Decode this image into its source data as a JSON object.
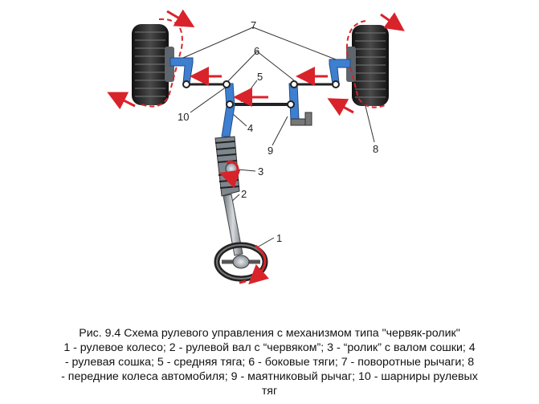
{
  "callouts": {
    "n1": "1",
    "n2": "2",
    "n3": "3",
    "n4": "4",
    "n5": "5",
    "n6": "6",
    "n7": "7",
    "n8": "8",
    "n9": "9",
    "n10": "10"
  },
  "caption": {
    "line1": "Рис. 9.4 Схема рулевого управления с механизмом типа \"червяк-ролик\"",
    "line2": "1 - рулевое колесо; 2 - рулевой вал с “червяком”; 3 - “ролик” с валом сошки; 4",
    "line3": "- рулевая сошка; 5 - средняя тяга; 6 - боковые тяги; 7 - поворотные рычаги; 8",
    "line4": "- передние колеса автомобиля; 9 - маятниковый рычаг; 10 - шарниры рулевых",
    "line5": "тяг"
  },
  "colors": {
    "arm_blue": "#3f7fd0",
    "arrow_red": "#d9232a",
    "tire": "#1e1e1e",
    "steel": "#9aa3ab"
  }
}
